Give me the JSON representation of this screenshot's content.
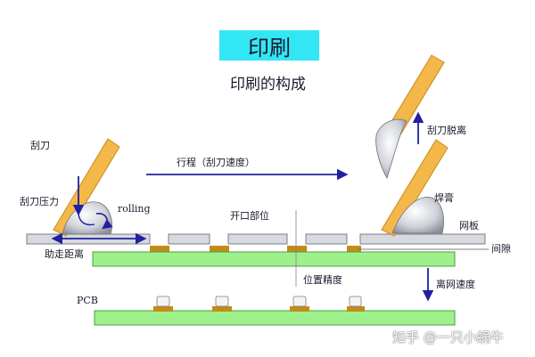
{
  "title": "印刷",
  "subtitle": "印刷的构成",
  "labels": {
    "squeegee": "刮刀",
    "squeegee_pressure": "刮刀压力",
    "rolling": "rolling",
    "travel_distance": "助走距离",
    "stroke": "行程（刮刀速度）",
    "aperture": "开口部位",
    "squeegee_lift": "刮刀脱离",
    "solder_paste": "焊膏",
    "stencil": "网板",
    "gap": "间隙",
    "position_accuracy": "位置精度",
    "separation_speed": "离网速度",
    "pcb": "PCB"
  },
  "watermark": "知乎 @一只小蜗牛",
  "colors": {
    "title_bg": "#33e6f4",
    "squeegee": "#f4b84a",
    "squeegee_edge": "#c98a1a",
    "stencil": "#d7d9df",
    "stencil_edge": "#7a7f8c",
    "pcb": "#9ef08c",
    "pcb_edge": "#4e9e44",
    "pad": "#c38c18",
    "arrow": "#2020a0",
    "text": "#1a1a2e"
  }
}
